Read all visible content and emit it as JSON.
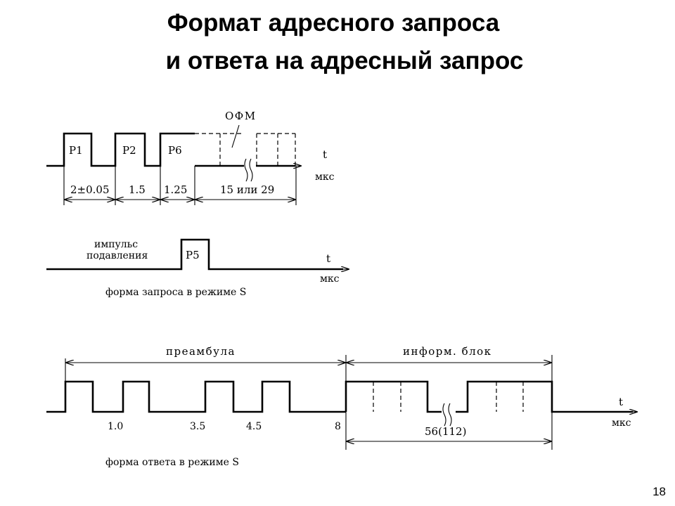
{
  "slide": {
    "title_line1": "Формат адресного запроса",
    "title_line2": "и ответа на адресный запрос",
    "page_number": "18"
  },
  "diagram1": {
    "pulses": [
      "P1",
      "P2",
      "P6"
    ],
    "ofm_label": "ОФМ",
    "t_label": "t",
    "unit_label": "мкс",
    "intervals": [
      "2±0.05",
      "1.5",
      "1.25",
      "15 или 29"
    ]
  },
  "diagram2": {
    "suppression_label_line1": "импульс",
    "suppression_label_line2": "подавления",
    "pulse": "P5",
    "t_label": "t",
    "unit_label": "мкс",
    "caption": "форма запроса в режиме S"
  },
  "diagram3": {
    "preamble_label": "преамбула",
    "info_block_label": "информ. блок",
    "ticks": [
      "1.0",
      "3.5",
      "4.5",
      "8"
    ],
    "block_length": "56(112)",
    "t_label": "t",
    "unit_label": "мкс",
    "caption": "форма ответа в режиме S"
  }
}
